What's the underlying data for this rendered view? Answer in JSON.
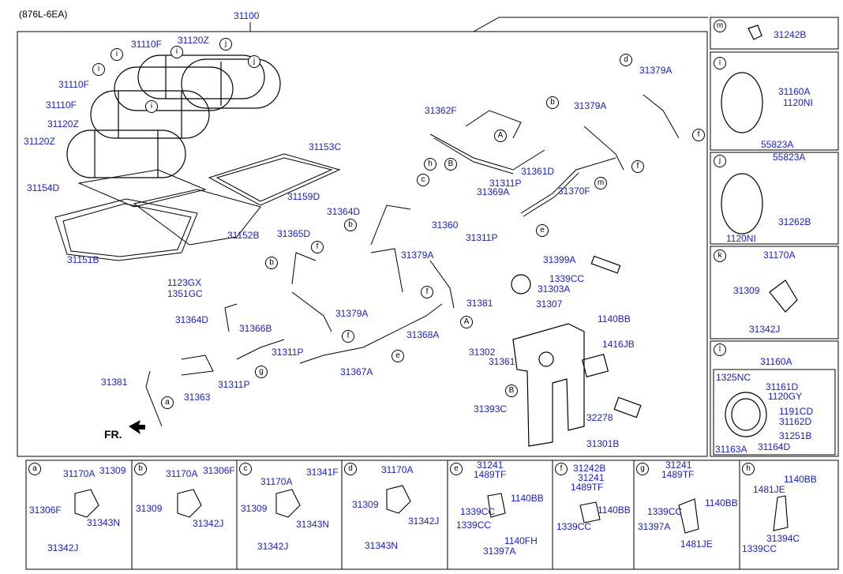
{
  "header": {
    "model_code": "(876L-6EA)",
    "assembly_number": "31100"
  },
  "direction_label": "FR.",
  "main_labels": [
    "31110F",
    "31120Z",
    "31110F",
    "31110F",
    "31120Z",
    "31120Z",
    "31153C",
    "31154D",
    "31159D",
    "31152B",
    "31151B",
    "1123GX",
    "1351GC",
    "31362F",
    "31369A",
    "31311P",
    "31361D",
    "31379A",
    "31379A",
    "31370F",
    "31364D",
    "31360",
    "31311P",
    "31365D",
    "31379A",
    "31381",
    "31364D",
    "31366B",
    "31311P",
    "31379A",
    "31368A",
    "31381",
    "31363",
    "31311P",
    "31367A",
    "31399A",
    "1339CC",
    "31303A",
    "31307",
    "1140BB",
    "1416JB",
    "31302",
    "31361",
    "31393C",
    "32278",
    "31301B"
  ],
  "callouts": [
    "i",
    "i",
    "i",
    "i",
    "j",
    "j",
    "h",
    "B",
    "c",
    "b",
    "b",
    "d",
    "b",
    "a",
    "A",
    "A",
    "B",
    "e",
    "e",
    "f",
    "f",
    "f",
    "f",
    "f",
    "m",
    "g"
  ],
  "side_panels": [
    {
      "letter": "m",
      "labels": [
        "31242B"
      ]
    },
    {
      "letter": "i",
      "labels": [
        "31160A",
        "1120NI",
        "55823A"
      ]
    },
    {
      "letter": "j",
      "labels": [
        "55823A",
        "31262B",
        "1120NI"
      ]
    },
    {
      "letter": "k",
      "labels": [
        "31170A",
        "31309",
        "31342J"
      ]
    },
    {
      "letter": "l",
      "labels": [
        "31160A",
        "1325NC",
        "31161D",
        "1120GY",
        "1191CD",
        "31162D",
        "31251B",
        "31163A",
        "31164D"
      ]
    }
  ],
  "bottom_panels": [
    {
      "letter": "a",
      "labels": [
        "31170A",
        "31309",
        "31306F",
        "31343N",
        "31342J"
      ]
    },
    {
      "letter": "b",
      "labels": [
        "31170A",
        "31306F",
        "31309",
        "31342J"
      ]
    },
    {
      "letter": "c",
      "labels": [
        "31170A",
        "31341F",
        "31309",
        "31343N",
        "31342J"
      ]
    },
    {
      "letter": "d",
      "labels": [
        "31170A",
        "31309",
        "31342J",
        "31343N"
      ]
    },
    {
      "letter": "e",
      "labels": [
        "31241",
        "1489TF",
        "1339CC",
        "1140BB",
        "1339CC",
        "1140FH",
        "31397A"
      ]
    },
    {
      "letter": "f",
      "labels": [
        "31242B",
        "31241",
        "1489TF",
        "1140BB",
        "1339CC"
      ]
    },
    {
      "letter": "g",
      "labels": [
        "31241",
        "1489TF",
        "1339CC",
        "1140BB",
        "31397A",
        "1481JE"
      ]
    },
    {
      "letter": "h",
      "labels": [
        "1140BB",
        "1481JE",
        "31394C",
        "1339CC"
      ]
    }
  ]
}
